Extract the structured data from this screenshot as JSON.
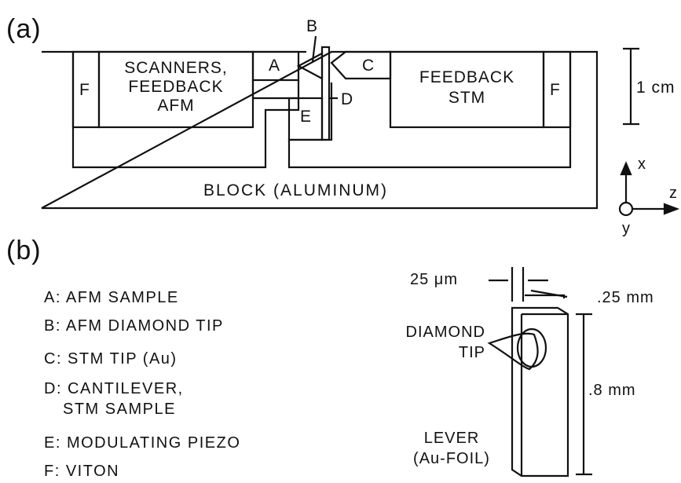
{
  "panel_a": {
    "label": "(a)",
    "scanners": [
      "SCANNERS,",
      "FEEDBACK",
      "AFM"
    ],
    "feedback_stm": [
      "FEEDBACK",
      "STM"
    ],
    "f_left": "F",
    "f_right": "F",
    "a": "A",
    "b": "B",
    "c": "C",
    "d": "D",
    "e": "E",
    "block": "BLOCK (ALUMINUM)",
    "scale": "1 cm",
    "axis_x": "x",
    "axis_y": "y",
    "axis_z": "z"
  },
  "panel_b": {
    "label": "(b)",
    "legend": [
      "A: AFM SAMPLE",
      "B: AFM DIAMOND TIP",
      "C: STM TIP (Au)",
      "D: CANTILEVER,",
      "STM SAMPLE",
      "E: MODULATING PIEZO",
      "F: VITON"
    ],
    "thickness": "25 μm",
    "width": ".25 mm",
    "length": ".8 mm",
    "tip": [
      "DIAMOND",
      "TIP"
    ],
    "lever": [
      "LEVER",
      "(Au-FOIL)"
    ]
  }
}
